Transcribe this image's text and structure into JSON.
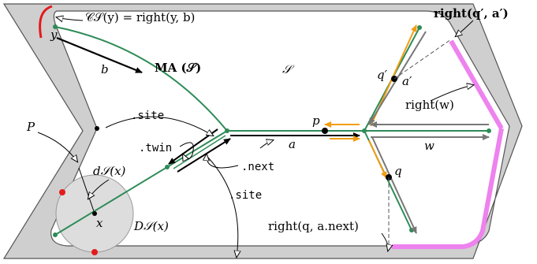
{
  "labels": {
    "cs_y": "𝒞𝒮(y) = right(y, b)",
    "y": "y",
    "b": "b",
    "ma": "MA (𝒮)",
    "s": "𝒮",
    "site_top": ".site",
    "p_poly": "P",
    "twin": ".twin",
    "next": ".next",
    "a": "a",
    "p": "p",
    "site_bottom": ".site",
    "ds": "d𝒮(x)",
    "x": "x",
    "Ds": "D𝒮(x)",
    "right_qprime": "right(q′, a′)",
    "qprime": "q′",
    "aprime": "a′",
    "right_w": "right(w)",
    "w": "w",
    "q": "q",
    "right_q_next": "right(q, a.next)"
  },
  "colors": {
    "polygon_fill": "#cfcfcf",
    "polygon_stroke": "#555555",
    "medial_axis": "#2e8b57",
    "edge_orange": "#f39c12",
    "edge_gray": "#777777",
    "magenta": "#ee82ee",
    "red": "#e41a1c",
    "disk": "#dddddd"
  }
}
